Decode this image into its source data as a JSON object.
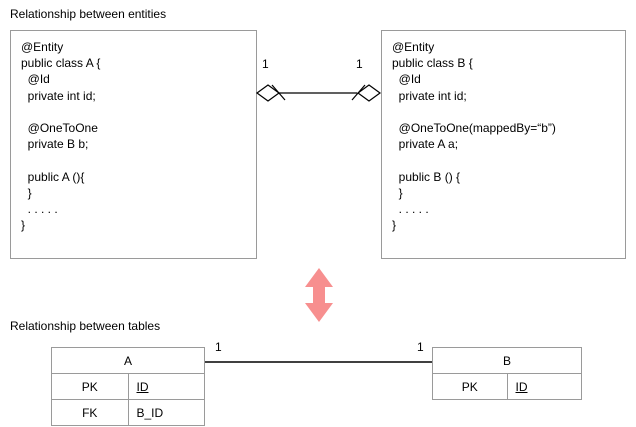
{
  "captions": {
    "entities": "Relationship between entities",
    "tables": "Relationship between tables"
  },
  "entity_boxes": [
    {
      "name": "A",
      "code": "@Entity\npublic class A {\n  @Id\n  private int id;\n\n  @OneToOne\n  private B b;\n\n  public A (){\n  }\n  . . . . .\n}"
    },
    {
      "name": "B",
      "code": "@Entity\npublic class B {\n  @Id\n  private int id;\n\n  @OneToOne(mappedBy=“b”)\n  private A a;\n\n  public B () {\n  }\n  . . . . .\n}"
    }
  ],
  "entity_relationship": {
    "left_multiplicity": "1",
    "right_multiplicity": "1",
    "notation": "one-to-one-crowsfoot"
  },
  "transform_arrow": {
    "icon": "double-headed-vertical-arrow",
    "color": "#F78F8F"
  },
  "db_tables": [
    {
      "title": "A",
      "columns": [
        "PK",
        "ID"
      ],
      "rows": [
        {
          "key": "PK",
          "field": "ID",
          "underline": true
        },
        {
          "key": "FK",
          "field": "B_ID",
          "underline": false
        }
      ]
    },
    {
      "title": "B",
      "columns": [
        "PK",
        "ID"
      ],
      "rows": [
        {
          "key": "PK",
          "field": "ID",
          "underline": true
        }
      ]
    }
  ],
  "table_relationship": {
    "left_multiplicity": "1",
    "right_multiplicity": "1"
  },
  "colors": {
    "line": "#000000",
    "box_border": "#9a9a9a",
    "arrow": "#F78F8F",
    "background": "#ffffff"
  }
}
